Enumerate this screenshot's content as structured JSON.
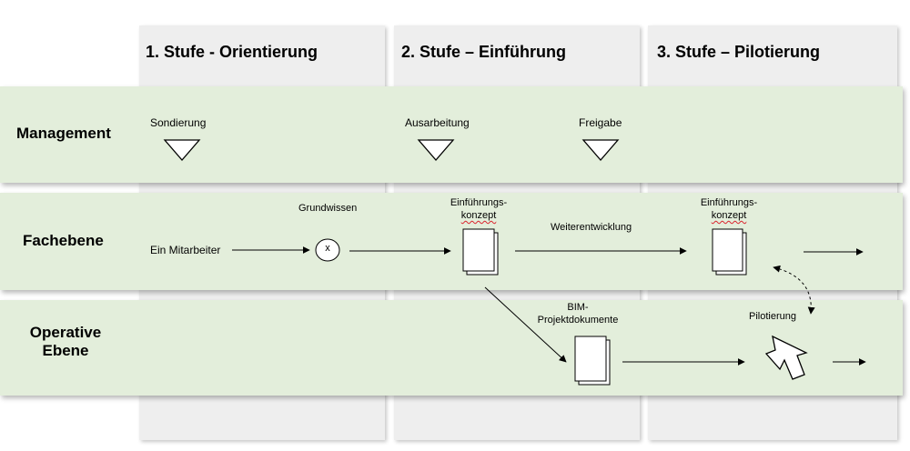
{
  "stages": [
    {
      "title": "1. Stufe - Orientierung"
    },
    {
      "title": "2. Stufe – Einführung"
    },
    {
      "title": "3. Stufe – Pilotierung"
    }
  ],
  "lanes": [
    {
      "title": "Management"
    },
    {
      "title": "Fachebene"
    },
    {
      "title": "Operative Ebene"
    }
  ],
  "management": {
    "sondierung": "Sondierung",
    "ausarbeitung": "Ausarbeitung",
    "freigabe": "Freigabe"
  },
  "fachebene": {
    "mitarbeiter": "Ein Mitarbeiter",
    "grundwissen": "Grundwissen",
    "x_symbol": "x",
    "konzept1_line1": "Einführungs-",
    "konzept1_line2": "konzept",
    "weiterentwicklung": "Weiterentwicklung",
    "konzept2_line1": "Einführungs-",
    "konzept2_line2": "konzept"
  },
  "operative": {
    "bim_line1": "BIM-",
    "bim_line2": "Projektdokumente",
    "pilotierung": "Pilotierung"
  },
  "colors": {
    "lane_fill": "#e3eedb",
    "stage_fill": "#eeeeee",
    "spellcheck_underline": "#d9232d"
  }
}
